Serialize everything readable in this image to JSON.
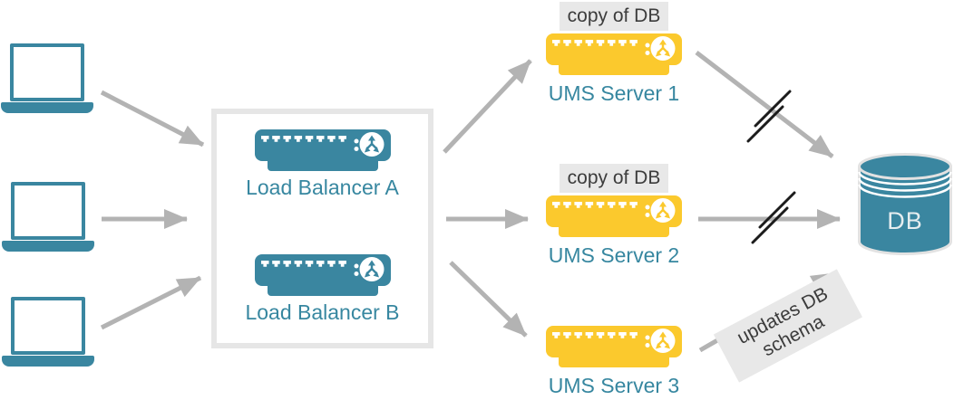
{
  "colors": {
    "teal": "#3A86A0",
    "teal-text": "#3787A0",
    "yellow": "#FBC92D",
    "arrow-gray": "#B3B3B3",
    "slash-black": "#1C1C1C",
    "label-bg": "#E8E8E8",
    "box-border": "#E6E6E6",
    "dark-text": "#3C3C3C",
    "db-text": "#E5EDEF"
  },
  "load_balancers": [
    {
      "label": "Load Balancer A"
    },
    {
      "label": "Load Balancer B"
    }
  ],
  "ums_servers": [
    {
      "label": "UMS Server 1",
      "badge": "copy of DB"
    },
    {
      "label": "UMS Server 2",
      "badge": "copy of DB"
    },
    {
      "label": "UMS Server 3"
    }
  ],
  "database": {
    "label": "DB"
  },
  "annotations": {
    "schema_note": "updates DB schema"
  }
}
